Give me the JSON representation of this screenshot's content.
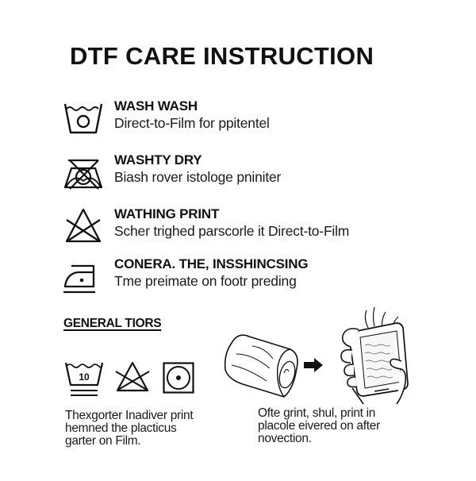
{
  "title": "DTF CARE INSTRUCTION",
  "care_items": [
    {
      "icon": "wash-tub-icon",
      "heading": "WASH WASH",
      "description": "Direct-to-Film for ppitentel"
    },
    {
      "icon": "do-not-tumble-dry-icon",
      "heading": "WASHTY DRY",
      "description": "Biash rover istologe pniniter"
    },
    {
      "icon": "do-not-bleach-icon",
      "heading": "WATHING PRINT",
      "description": "Scher trighed parscorle it Direct-to-Film"
    },
    {
      "icon": "iron-icon",
      "heading": "CONERA. THE, INSSHINCSING",
      "description": "Tme preimate on footr preding"
    }
  ],
  "general": {
    "title": "GENERAL TIORS",
    "wash_temperature": "10",
    "symbols": [
      "wash-10-icon",
      "do-not-bleach-icon",
      "tumble-dry-icon"
    ],
    "left_text": [
      "Thexgorter Inadiver print",
      "hemned the placticus",
      "garter on Film."
    ],
    "illustration": [
      "rolled-garment-icon",
      "arrow-right-icon",
      "hand-holding-print-icon"
    ],
    "right_text": [
      "Ofte grint, shul, print in",
      "placole eivered on after",
      "novection."
    ]
  }
}
